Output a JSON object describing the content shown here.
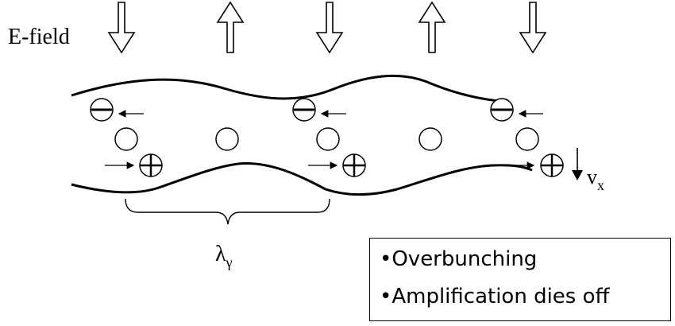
{
  "diagram": {
    "field_label": "E-field",
    "wavelength_symbol": "λ",
    "wavelength_subscript": "γ",
    "velocity_symbol": "v",
    "velocity_subscript": "x"
  },
  "legend": {
    "items": [
      "•Overbunching",
      "•Amplification dies off"
    ]
  },
  "icons": {
    "field_arrow_down": "hollow-down-arrow",
    "field_arrow_up": "hollow-up-arrow",
    "electron": "circle-minus",
    "positron": "circle-plus",
    "neutral": "circle"
  }
}
